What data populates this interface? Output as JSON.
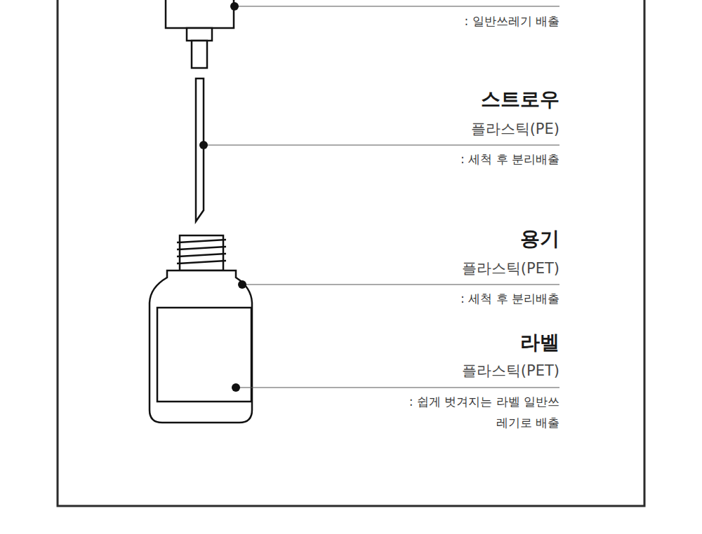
{
  "diagram": {
    "labels": [
      ": 일반쓰레기 배출",
      "스트로우",
      "플라스틱(PE)",
      ": 세척 후 분리배출",
      "용기",
      "플라스틱(PET)",
      ": 세척 후 분리배출",
      "라벨",
      "플라스틱(PET)",
      ": 쉽게 벗겨지는 라벨 일반쓰레기로 배출"
    ]
  }
}
